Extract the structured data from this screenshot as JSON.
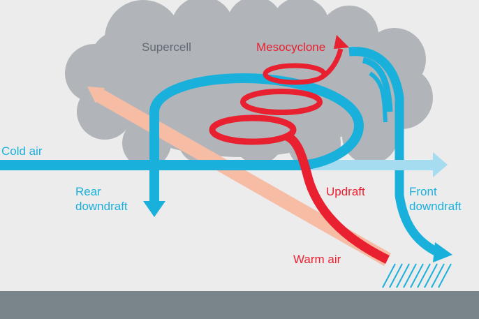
{
  "labels": {
    "supercell": "Supercell",
    "mesocyclone": "Mesocyclone",
    "cold_air": "Cold air",
    "rear_downdraft": [
      "Rear",
      "downdraft"
    ],
    "updraft": "Updraft",
    "front_downdraft": [
      "Front",
      "downdraft"
    ],
    "warm_air": "Warm air"
  },
  "colors": {
    "background": "#ececec",
    "cloud": "#b1b5b9",
    "ground": "#79858a",
    "cold_air": "#1ab0dc",
    "cold_air_light": "#a5dcf0",
    "warm_air": "#f7bca4",
    "mesocyclone": "#e82030",
    "supercell_text": "#5f6a72"
  },
  "icons": {
    "tornado_ground_marks": "hatched-lines"
  }
}
